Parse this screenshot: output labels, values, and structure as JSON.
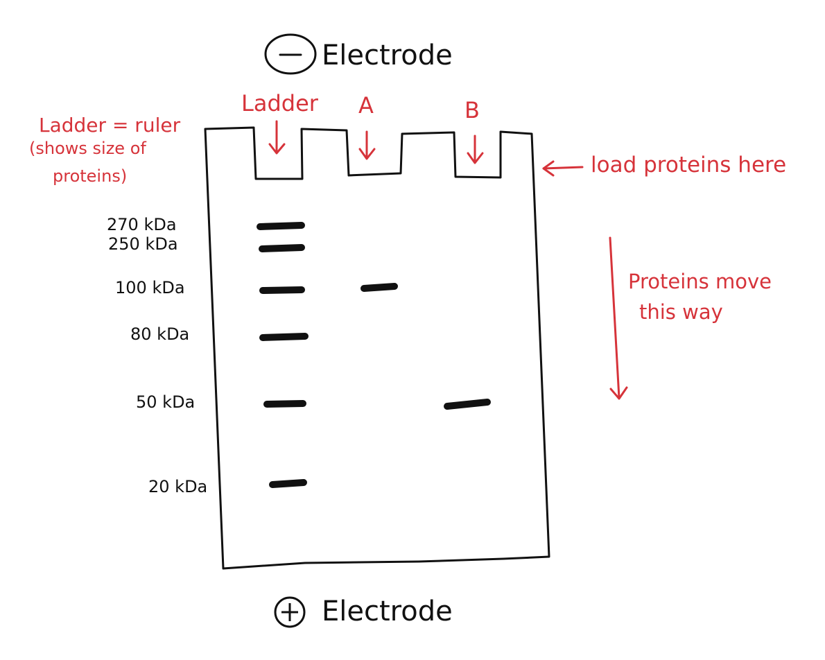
{
  "electrodes": {
    "top_sign": "−",
    "top_label": "Electrode",
    "bottom_sign": "+",
    "bottom_label": "Electrode"
  },
  "lanes": {
    "ladder": "Ladder",
    "a": "A",
    "b": "B"
  },
  "annotations": {
    "ladder_note_line1": "Ladder = ruler",
    "ladder_note_line2": "(shows size of",
    "ladder_note_line3": "proteins)",
    "load_note": "load proteins here",
    "move_note_line1": "Proteins move",
    "move_note_line2": "this way"
  },
  "size_markers": [
    {
      "label": "270 kDa"
    },
    {
      "label": "250 kDa"
    },
    {
      "label": "100 kDa"
    },
    {
      "label": "80 kDa"
    },
    {
      "label": "50 kDa"
    },
    {
      "label": "20 kDa"
    }
  ],
  "colors": {
    "ink": "#111111",
    "annotation": "#d6333a"
  }
}
